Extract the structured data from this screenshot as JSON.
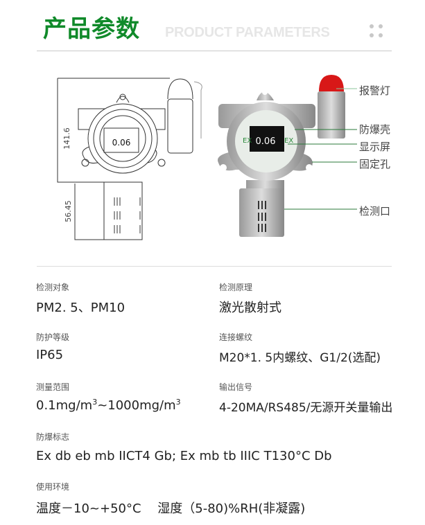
{
  "header": {
    "title": "产品参数",
    "subtitle": "PRODUCT PARAMETERS",
    "accent": "#108a2a"
  },
  "drawing": {
    "height_dim": "141.6",
    "probe_dim": "56.45",
    "reading": "0.06"
  },
  "photo": {
    "reading": "0.06",
    "ex_left": "EX",
    "ex_right": "EX"
  },
  "callouts": [
    "报警灯",
    "防爆壳",
    "显示屏",
    "固定孔",
    "检测口"
  ],
  "specs": [
    {
      "label": "检测对象",
      "value": "PM2. 5、PM10"
    },
    {
      "label": "检测原理",
      "value": "激光散射式"
    },
    {
      "label": "防护等级",
      "value": "IP65"
    },
    {
      "label": "连接螺纹",
      "value": "M20*1. 5内螺纹、G1/2(选配)"
    },
    {
      "label": "测量范围",
      "value_parts": [
        "0.1mg/m",
        "3",
        "~1000mg/m",
        "3"
      ]
    },
    {
      "label": "输出信号",
      "value": "4-20MA/RS485/无源开关量输出"
    },
    {
      "label": "防爆标志",
      "value": "Ex db eb mb IICT4 Gb; Ex mb tb IIIC T130°C Db"
    },
    {
      "label": "使用环境",
      "value": "温度－10~+50°C　 湿度（5-80)%RH(非凝露)"
    }
  ]
}
